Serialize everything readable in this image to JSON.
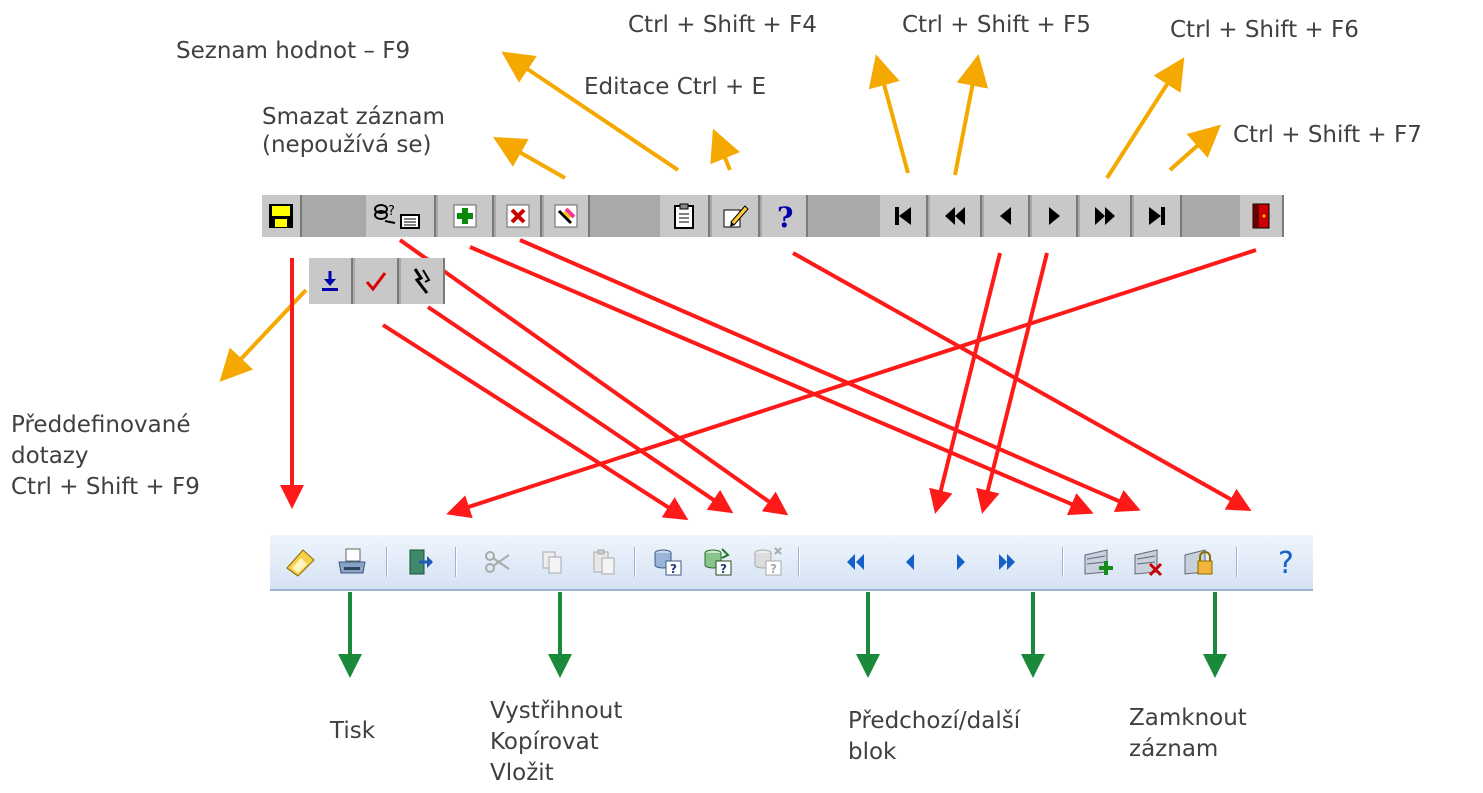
{
  "labels": {
    "seznam_hodnot": "Seznam hodnot – F9",
    "editace": "Editace Ctrl + E",
    "smazat_line1": "Smazat záznam",
    "smazat_line2": "(nepoužívá se)",
    "ctrl_shift_f4": "Ctrl + Shift + F4",
    "ctrl_shift_f5": "Ctrl + Shift + F5",
    "ctrl_shift_f6": "Ctrl + Shift + F6",
    "ctrl_shift_f7": "Ctrl + Shift + F7",
    "preddefinovane_line1": "Předdefinované",
    "preddefinovane_line2": "dotazy",
    "preddefinovane_line3": "Ctrl + Shift + F9",
    "tisk": "Tisk",
    "vystrihnout": "Vystřihnout",
    "kopirovat": "Kopírovat",
    "vlozit": "Vložit",
    "predchozi_line1": "Předchozí/další",
    "predchozi_line2": "blok",
    "zamknout_line1": "Zamknout",
    "zamknout_line2": "záznam"
  },
  "old_toolbar": {
    "buttons": [
      "save-icon",
      "list-of-values-icon",
      "insert-record-icon",
      "delete-record-icon",
      "clear-record-icon",
      "clipboard-icon",
      "edit-icon",
      "help-icon",
      "first-record-icon",
      "previous-set-icon",
      "previous-record-icon",
      "next-record-icon",
      "next-set-icon",
      "last-record-icon",
      "exit-icon"
    ],
    "sub_buttons": [
      "enter-query-icon",
      "execute-query-icon",
      "cancel-query-icon"
    ]
  },
  "new_toolbar": {
    "buttons": [
      "save-icon",
      "print-icon",
      "exit-icon",
      "cut-icon",
      "copy-icon",
      "paste-icon",
      "query-icon",
      "execute-query-icon",
      "cancel-query-icon",
      "previous-block-icon",
      "previous-record-icon",
      "next-record-icon",
      "next-block-icon",
      "insert-record-icon",
      "delete-record-icon",
      "lock-record-icon",
      "help-icon"
    ]
  },
  "colors": {
    "orange_arrow": "#f5a800",
    "red_arrow": "#ff1a1a",
    "green_arrow": "#1a8a3a",
    "label_text": "#404040",
    "old_toolbar_bg": "#a9a9a9",
    "new_toolbar_bg": "#e4ecf8"
  }
}
